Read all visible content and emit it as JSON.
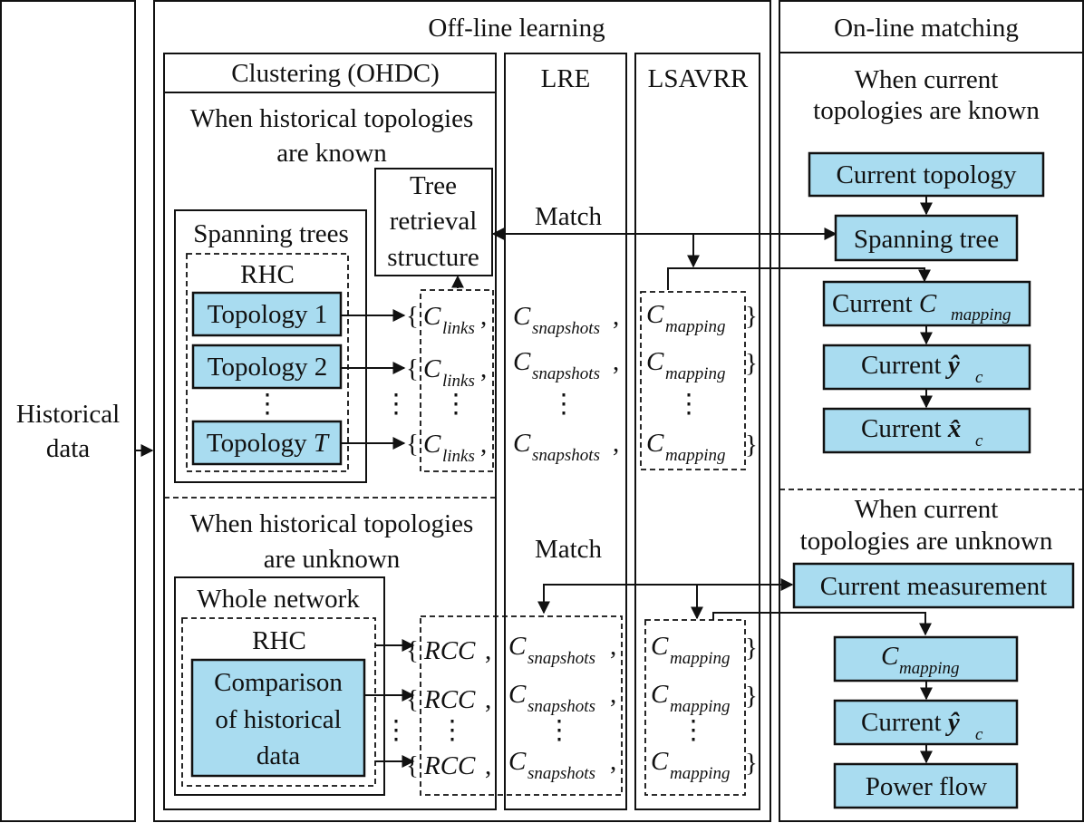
{
  "columns": {
    "historical": "Historical data",
    "offline": "Off-line learning",
    "online": "On-line matching"
  },
  "sub_columns": {
    "clustering": "Clustering (OHDC)",
    "lre": "LRE",
    "lsavrr": "LSAVRR"
  },
  "known": {
    "title_line1": "When historical topologies",
    "title_line2": "are known",
    "spanning_trees": "Spanning trees",
    "rhc": "RHC",
    "topologies": [
      "Topology 1",
      "Topology 2",
      "Topology "
    ],
    "topology_last_var": "T",
    "tree_line1": "Tree",
    "tree_line2": "retrieval",
    "tree_line3": "structure",
    "match": "Match"
  },
  "unknown": {
    "title_line1": "When historical topologies",
    "title_line2": "are unknown",
    "whole_network": "Whole network",
    "rhc": "RHC",
    "comparison_line1": "Comparison",
    "comparison_line2": "of historical",
    "comparison_line3": "data",
    "match": "Match"
  },
  "symbols": {
    "C": "C",
    "links": "links",
    "snapshots": "snapshots",
    "mapping": "mapping",
    "rcc": "RCC",
    "vdots": "⋮",
    "brace_open": "{",
    "brace_close": "}",
    "comma": ","
  },
  "online_known": {
    "title_line1": "When current",
    "title_line2": "topologies are known",
    "current_topology": "Current topology",
    "spanning_tree": "Spanning tree",
    "current": "Current ",
    "y_hat": "ŷ",
    "x_hat": "x̂",
    "c_sub": "c"
  },
  "online_unknown": {
    "title_line1": "When current",
    "title_line2": "topologies are unknown",
    "current_measurement": "Current measurement",
    "current": "Current ",
    "y_hat": "ŷ",
    "c_sub": "c",
    "power_flow": "Power flow"
  }
}
